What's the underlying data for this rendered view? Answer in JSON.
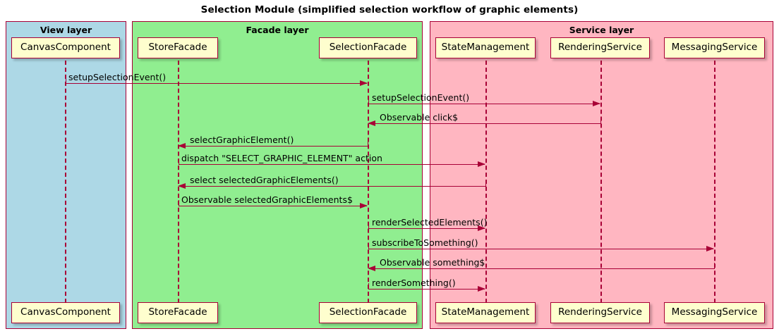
{
  "diagram": {
    "title": "Selection Module (simplified selection workflow of graphic elements)",
    "type": "uml-sequence-diagram"
  },
  "colors": {
    "view_layer_bg": "#ADD8E6",
    "facade_layer_bg": "#90EE90",
    "service_layer_bg": "#FFB6C1",
    "participant_bg": "#FEFECE",
    "line": "#A80036",
    "text": "#000000"
  },
  "layers": [
    {
      "id": "view",
      "label": "View layer"
    },
    {
      "id": "facade",
      "label": "Facade layer"
    },
    {
      "id": "service",
      "label": "Service layer"
    }
  ],
  "participants": [
    {
      "id": "canvas",
      "label": "CanvasComponent",
      "layer": "view"
    },
    {
      "id": "store",
      "label": "StoreFacade",
      "layer": "facade"
    },
    {
      "id": "selection",
      "label": "SelectionFacade",
      "layer": "facade"
    },
    {
      "id": "state",
      "label": "StateManagement",
      "layer": "service"
    },
    {
      "id": "rendering",
      "label": "RenderingService",
      "layer": "service"
    },
    {
      "id": "messaging",
      "label": "MessagingService",
      "layer": "service"
    }
  ],
  "messages": [
    {
      "index": 1,
      "label": "setupSelectionEvent()",
      "from": "canvas",
      "to": "selection",
      "direction": "right"
    },
    {
      "index": 2,
      "label": "setupSelectionEvent()",
      "from": "selection",
      "to": "rendering",
      "direction": "right"
    },
    {
      "index": 3,
      "label": "Observable click$",
      "from": "rendering",
      "to": "selection",
      "direction": "left"
    },
    {
      "index": 4,
      "label": "selectGraphicElement()",
      "from": "selection",
      "to": "store",
      "direction": "left"
    },
    {
      "index": 5,
      "label": "dispatch \"SELECT_GRAPHIC_ELEMENT\" action",
      "from": "store",
      "to": "state",
      "direction": "right"
    },
    {
      "index": 6,
      "label": "select selectedGraphicElements()",
      "from": "state",
      "to": "store",
      "direction": "left"
    },
    {
      "index": 7,
      "label": "Observable selectedGraphicElements$",
      "from": "store",
      "to": "selection",
      "direction": "right"
    },
    {
      "index": 8,
      "label": "renderSelectedElements()",
      "from": "selection",
      "to": "state",
      "direction": "right"
    },
    {
      "index": 9,
      "label": "subscribeToSomething()",
      "from": "selection",
      "to": "messaging",
      "direction": "right"
    },
    {
      "index": 10,
      "label": "Observable something$",
      "from": "messaging",
      "to": "selection",
      "direction": "left"
    },
    {
      "index": 11,
      "label": "renderSomething()",
      "from": "selection",
      "to": "state",
      "direction": "right"
    }
  ]
}
